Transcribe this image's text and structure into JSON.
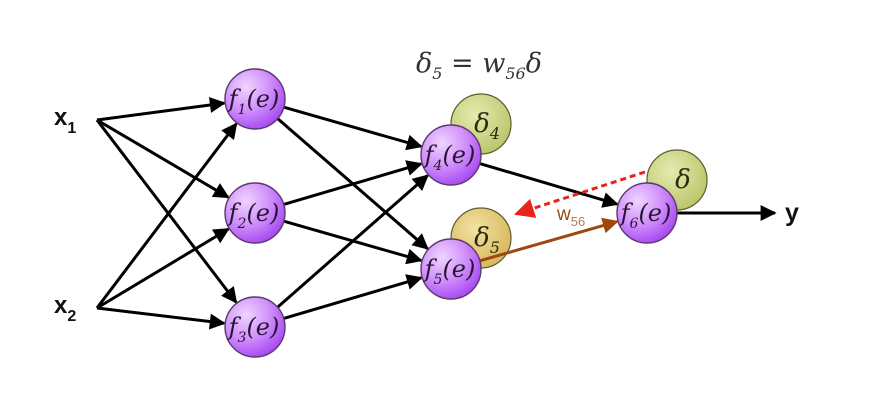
{
  "title_formula": {
    "lhs": "δ",
    "lhs_sub": "5",
    "eq": " = ",
    "rhs_w": "w",
    "rhs_w_sub": "56",
    "rhs_delta": "δ"
  },
  "inputs": [
    {
      "id": "x1",
      "label": "x",
      "sub": "1"
    },
    {
      "id": "x2",
      "label": "x",
      "sub": "2"
    }
  ],
  "output": {
    "id": "y",
    "label": "y"
  },
  "neurons": [
    {
      "id": "f1",
      "label": "f",
      "sub": "1",
      "arg": "(e)",
      "layer": 1
    },
    {
      "id": "f2",
      "label": "f",
      "sub": "2",
      "arg": "(e)",
      "layer": 1
    },
    {
      "id": "f3",
      "label": "f",
      "sub": "3",
      "arg": "(e)",
      "layer": 1
    },
    {
      "id": "f4",
      "label": "f",
      "sub": "4",
      "arg": "(e)",
      "layer": 2
    },
    {
      "id": "f5",
      "label": "f",
      "sub": "5",
      "arg": "(e)",
      "layer": 2
    },
    {
      "id": "f6",
      "label": "f",
      "sub": "6",
      "arg": "(e)",
      "layer": 3
    }
  ],
  "deltas": [
    {
      "id": "d4",
      "label": "δ",
      "sub": "4",
      "attached_to": "f4",
      "color": "#c9d27a"
    },
    {
      "id": "d5",
      "label": "δ",
      "sub": "5",
      "attached_to": "f5",
      "color": "#e3c86a"
    },
    {
      "id": "d6",
      "label": "δ",
      "sub": "",
      "attached_to": "f6",
      "color": "#c9d27a"
    }
  ],
  "edges": [
    {
      "from": "x1",
      "to": "f1"
    },
    {
      "from": "x1",
      "to": "f2"
    },
    {
      "from": "x1",
      "to": "f3"
    },
    {
      "from": "x2",
      "to": "f1"
    },
    {
      "from": "x2",
      "to": "f2"
    },
    {
      "from": "x2",
      "to": "f3"
    },
    {
      "from": "f1",
      "to": "f4"
    },
    {
      "from": "f1",
      "to": "f5"
    },
    {
      "from": "f2",
      "to": "f4"
    },
    {
      "from": "f2",
      "to": "f5"
    },
    {
      "from": "f3",
      "to": "f4"
    },
    {
      "from": "f3",
      "to": "f5"
    },
    {
      "from": "f4",
      "to": "f6"
    },
    {
      "from": "f6",
      "to": "y"
    }
  ],
  "highlight_edge": {
    "from": "f5",
    "to": "f6",
    "weight_label": "w",
    "weight_sub": "56",
    "color": "#a0470f"
  },
  "backprop_edge": {
    "from": "d6",
    "to": "d5",
    "style": "dashed",
    "color": "#e8231c"
  },
  "colors": {
    "neuron_fill_light": "#e7b9ff",
    "neuron_fill_dark": "#b35cf5",
    "neuron_stroke": "#5a3a6e",
    "edge": "#000000"
  }
}
